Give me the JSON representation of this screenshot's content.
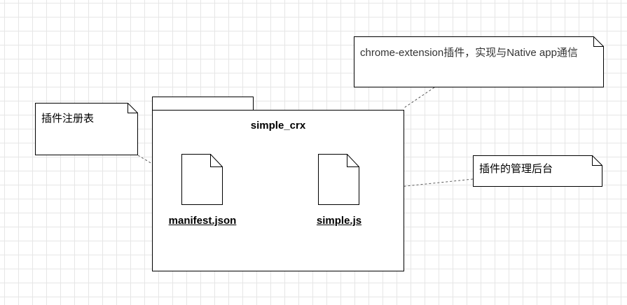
{
  "diagram": {
    "package": {
      "name": "simple_crx",
      "artifacts": [
        {
          "label": "manifest.json"
        },
        {
          "label": "simple.js"
        }
      ]
    },
    "notes": {
      "registry": "插件注册表",
      "extension": "chrome-extension插件，实现与Native app通信",
      "backend": "插件的管理后台"
    }
  }
}
